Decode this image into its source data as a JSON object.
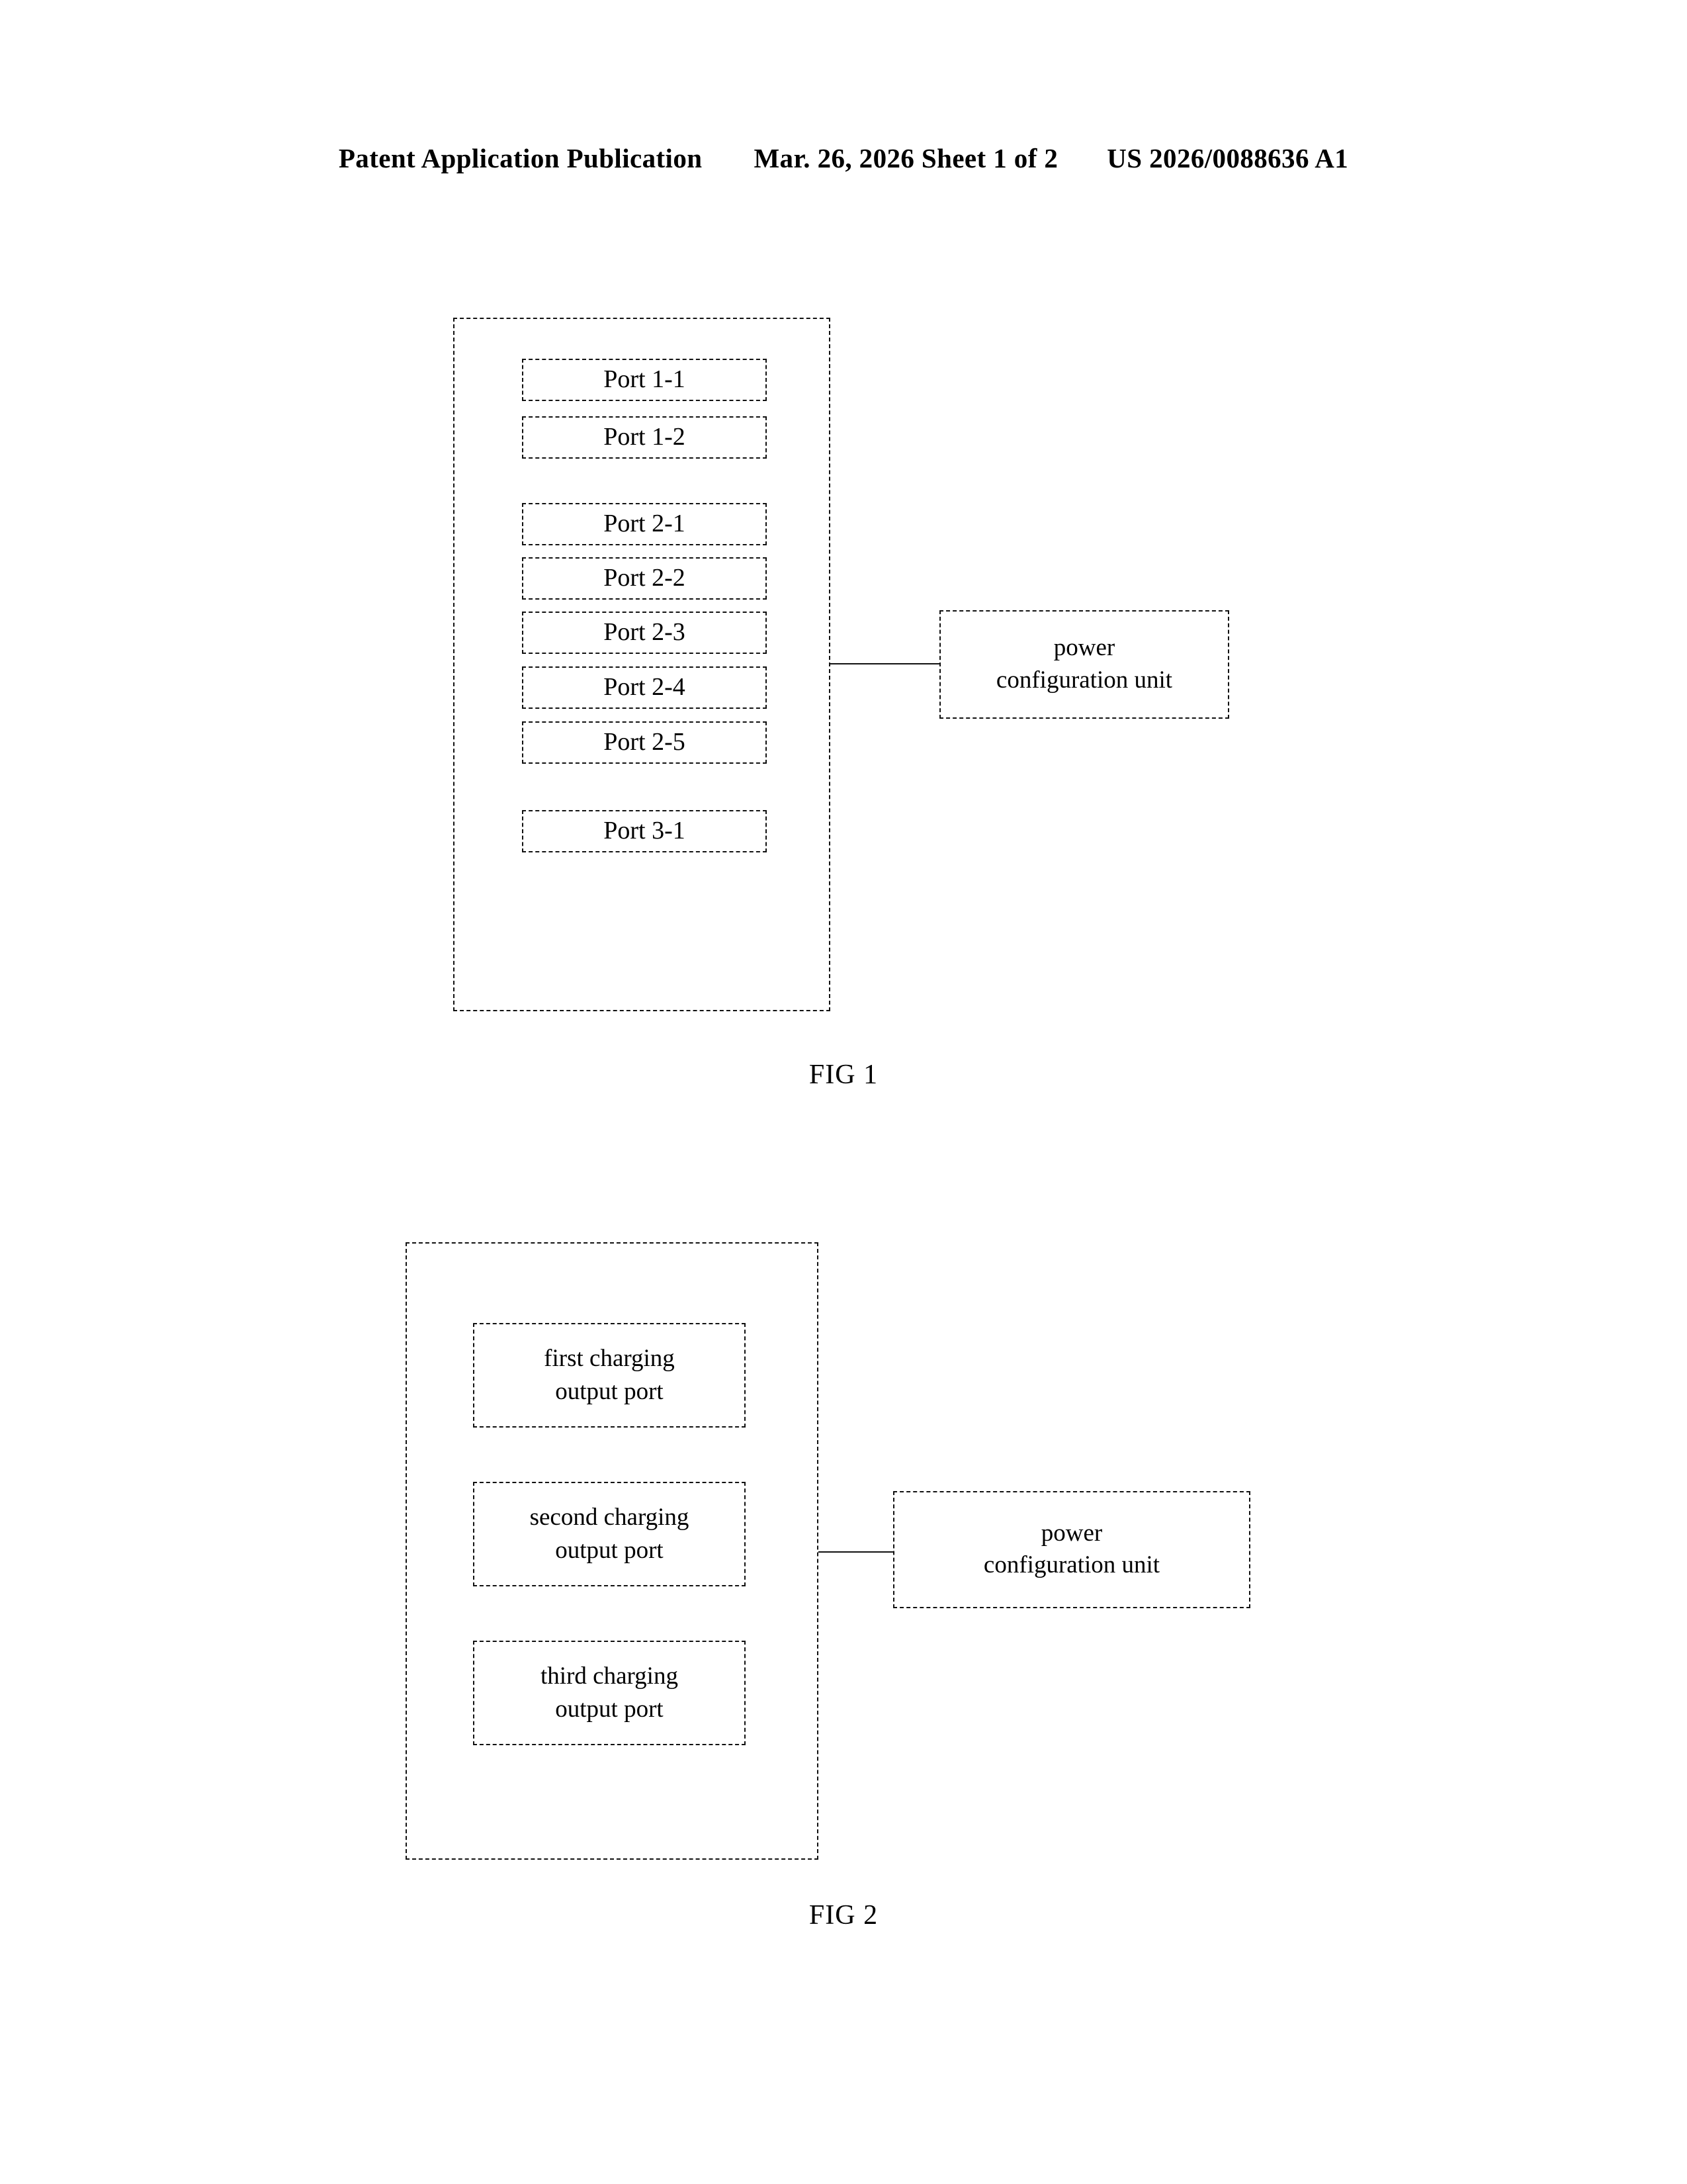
{
  "header": {
    "publication": "Patent Application Publication",
    "sheet": "Mar. 26, 2026  Sheet 1 of 2",
    "number": "US 2026/0088636 A1"
  },
  "fig1": {
    "caption": "FIG 1",
    "ports": [
      {
        "label": "Port 1-1",
        "group": 1
      },
      {
        "label": "Port 1-2",
        "group": 1
      },
      {
        "label": "Port 2-1",
        "group": 2
      },
      {
        "label": "Port 2-2",
        "group": 2
      },
      {
        "label": "Port 2-3",
        "group": 2
      },
      {
        "label": "Port 2-4",
        "group": 2
      },
      {
        "label": "Port 2-5",
        "group": 2
      },
      {
        "label": "Port 3-1",
        "group": 3
      }
    ],
    "power_unit": "power\nconfiguration unit"
  },
  "fig2": {
    "caption": "FIG 2",
    "output_ports": [
      {
        "label": "first charging\noutput port"
      },
      {
        "label": "second charging\noutput port"
      },
      {
        "label": "third charging\noutput port"
      }
    ],
    "power_unit": "power\nconfiguration unit"
  },
  "colors": {
    "ink": "#111111",
    "page": "#ffffff"
  }
}
